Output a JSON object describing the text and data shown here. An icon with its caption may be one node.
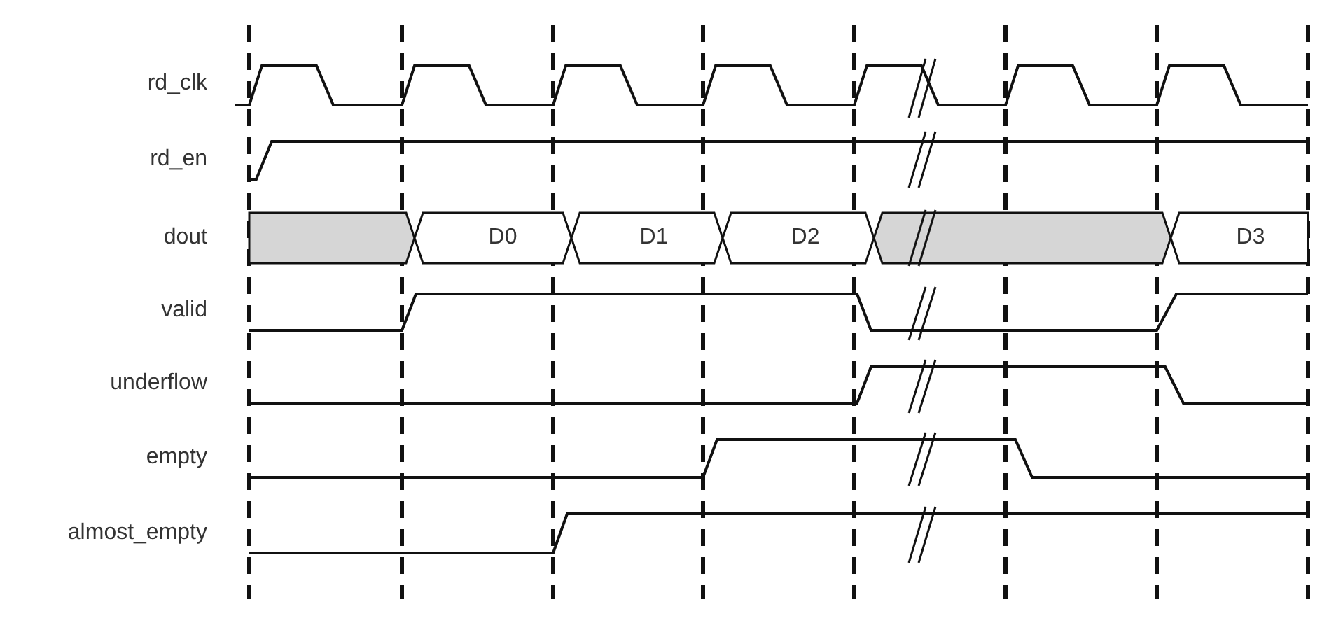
{
  "diagram": {
    "labels": [
      "rd_clk",
      "rd_en",
      "dout",
      "D0",
      "D1",
      "D2",
      "D3",
      "valid",
      "underflow",
      "empty",
      "almost_empty"
    ]
  }
}
